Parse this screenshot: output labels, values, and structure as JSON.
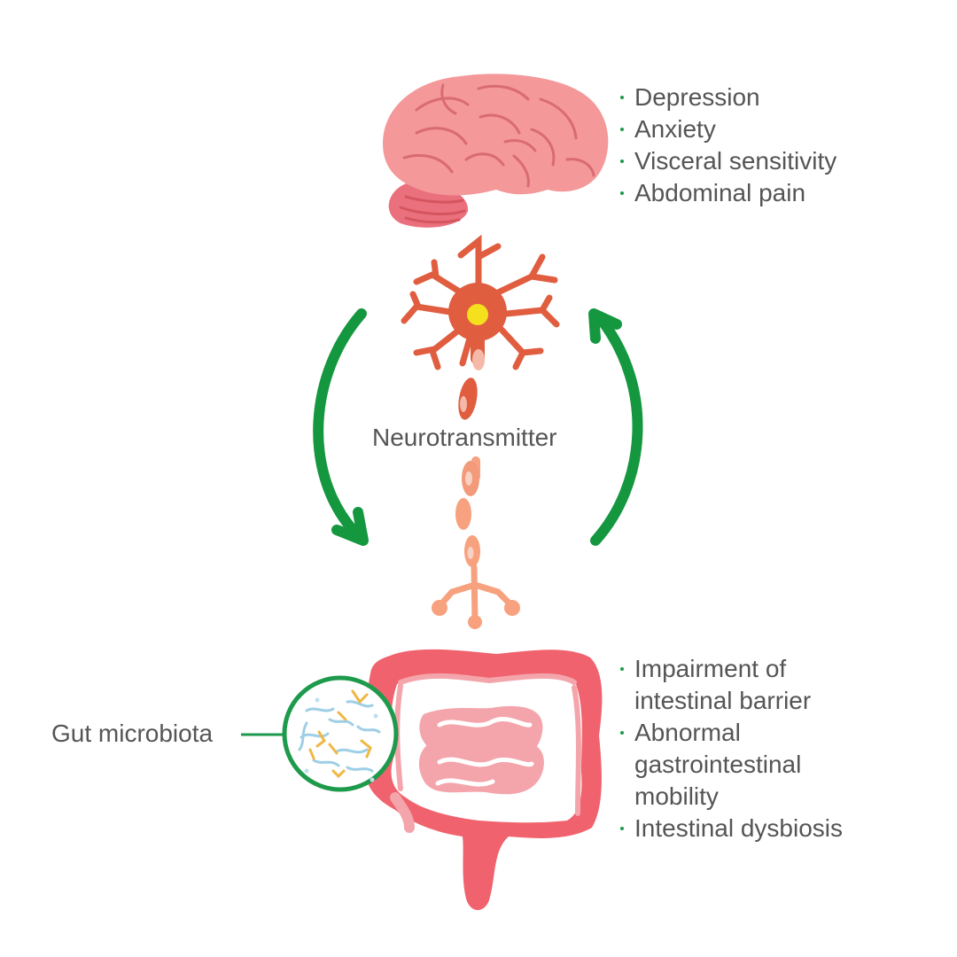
{
  "brain_effects": {
    "items": [
      {
        "lines": [
          "Depression"
        ]
      },
      {
        "lines": [
          "Anxiety"
        ]
      },
      {
        "lines": [
          "Visceral sensitivity"
        ]
      },
      {
        "lines": [
          "Abdominal pain"
        ]
      }
    ]
  },
  "neurotransmitter_label": "Neurotransmitter",
  "gut_effects": {
    "items": [
      {
        "lines": [
          "Impairment of",
          "intestinal barrier"
        ]
      },
      {
        "lines": [
          "Abnormal",
          "gastrointestinal",
          "mobility"
        ]
      },
      {
        "lines": [
          "Intestinal dysbiosis"
        ]
      }
    ]
  },
  "microbiota_label": "Gut microbiota",
  "colors": {
    "arrow": "#14973f",
    "bullet": "#1d9a4b",
    "brain": "#f4989a",
    "brain_lines": "#d96b72",
    "cerebellum": "#e9707c",
    "neuron": "#e05d3f",
    "nucleus": "#f4e01d",
    "axon": "#f7a17f",
    "intestine": "#f0626d",
    "small_intestine": "#f4a5ab",
    "lens_border": "#1d9a4b",
    "text": "#555555"
  },
  "icons": [
    "brain-icon",
    "neuron-icon",
    "intestine-icon",
    "microbiota-lens-icon",
    "arrow-down-icon",
    "arrow-up-icon"
  ]
}
